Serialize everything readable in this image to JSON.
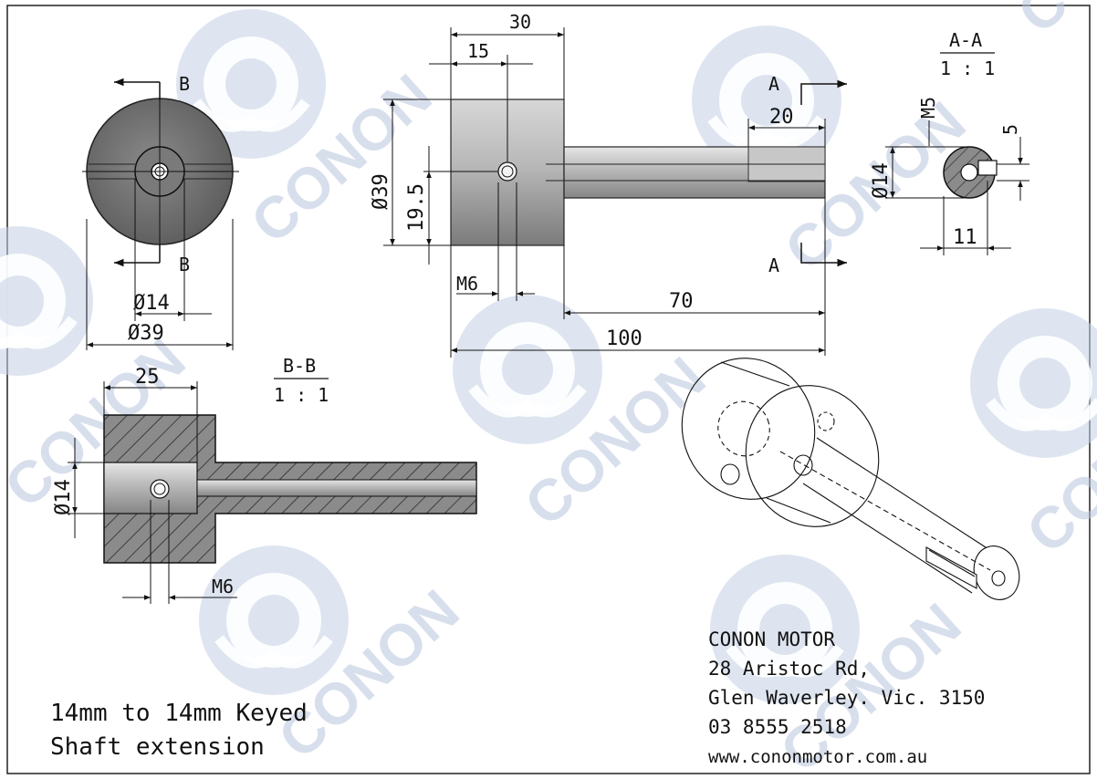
{
  "colors": {
    "line": "#111111",
    "watermark": "#b9c6dd",
    "steel_dark": "#6e6e6e",
    "steel_light": "#c9c9c9"
  },
  "watermark": {
    "text": "CONON"
  },
  "views": {
    "front": {
      "section_marker": "B",
      "dia_inner": "Ø14",
      "dia_outer": "Ø39"
    },
    "side": {
      "dim_30": "30",
      "dim_15": "15",
      "dia_39": "Ø39",
      "dim_19_5": "19.5",
      "thread": "M6",
      "dim_70": "70",
      "dim_100": "100",
      "dim_20": "20",
      "section_marker": "A"
    },
    "section_aa": {
      "title": "A-A",
      "scale": "1 : 1",
      "thread": "M5",
      "dim_5": "5",
      "dia_14": "Ø14",
      "dim_11": "11"
    },
    "section_bb": {
      "title": "B-B",
      "scale": "1 : 1",
      "dim_25": "25",
      "dia_14": "Ø14",
      "thread": "M6"
    }
  },
  "title_block": {
    "title_line1": "14mm to 14mm Keyed",
    "title_line2": "Shaft extension"
  },
  "company": {
    "name": "CONON MOTOR",
    "address1": "28 Aristoc Rd,",
    "address2": "Glen Waverley. Vic. 3150",
    "phone": "03 8555 2518",
    "website": "www.cononmotor.com.au"
  }
}
